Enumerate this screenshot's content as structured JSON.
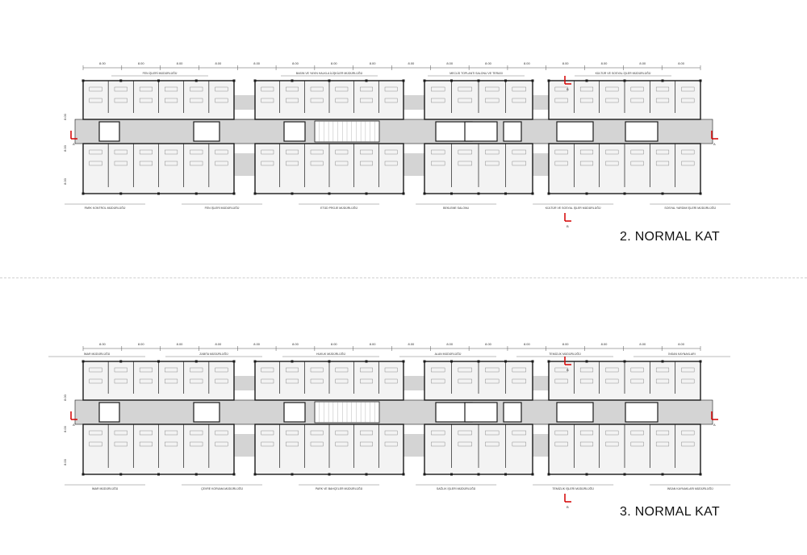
{
  "floors": [
    {
      "title": "2. NORMAL KAT",
      "dimension_labels": [
        "8.00",
        "8.00",
        "8.00",
        "8.00",
        "8.00",
        "8.00",
        "8.00",
        "8.00",
        "8.00",
        "8.00",
        "8.00",
        "8.00",
        "8.00",
        "8.00",
        "8.00",
        "8.00"
      ],
      "axis_labels": [
        "8.00",
        "8.00",
        "8.00"
      ],
      "section_marks": [
        "A",
        "A",
        "B",
        "B"
      ],
      "dept_labels_top": [
        "FEN İŞLERİ MÜDÜRLÜĞÜ",
        "BASIN VE YAYIN HALKLA İLİŞKİLER MÜDÜRLÜĞÜ",
        "MECLİS TOPLANTI SALONU VE TERASI",
        "KÜLTÜR VE SOSYAL İŞLER MÜDÜRLÜĞÜ"
      ],
      "dept_labels_bottom": [
        "PARK KONTROL MÜDÜRLÜĞÜ",
        "FEN İŞLERİ MÜDÜRLÜĞÜ",
        "ETÜD PROJE MÜDÜRLÜĞÜ",
        "BEKLEME SALONU",
        "KÜLTÜR VE SOSYAL İŞLER MÜDÜRLÜĞÜ",
        "SOSYAL YARDIM İŞLERİ MÜDÜRLÜĞÜ"
      ]
    },
    {
      "title": "3. NORMAL KAT",
      "dimension_labels": [
        "8.00",
        "8.00",
        "8.00",
        "8.00",
        "8.00",
        "8.00",
        "8.00",
        "8.00",
        "8.00",
        "8.00",
        "8.00",
        "8.00",
        "8.00",
        "8.00",
        "8.00",
        "8.00"
      ],
      "axis_labels": [
        "8.00",
        "8.00",
        "8.00"
      ],
      "section_marks": [
        "A",
        "A",
        "B",
        "B"
      ],
      "dept_labels_top": [
        "İMAR MÜDÜRLÜĞÜ",
        "ZABITA MÜDÜRLÜĞÜ",
        "HUKUK MÜDÜRLÜĞÜ",
        "ALAN MÜDÜRLÜĞÜ",
        "TEMİZLİK MÜDÜRLÜĞÜ",
        "İNSAN KAYNAKLARI"
      ],
      "dept_labels_bottom": [
        "İMAR MÜDÜRLÜĞÜ",
        "ÇEVRE KORUMA MÜDÜRLÜĞÜ",
        "PARK VE BAHÇELER MÜDÜRLÜĞÜ",
        "SAĞLIK İŞLERİ MÜDÜRLÜĞÜ",
        "TEMİZLİK İŞLERİ MÜDÜRLÜĞÜ",
        "İNSAN KAYNAKLARI MÜDÜRLÜĞÜ"
      ]
    }
  ],
  "colors": {
    "wall": "#1a1a1a",
    "corridor": "#d4d4d4",
    "section_mark": "#d40000",
    "line": "#555555"
  }
}
